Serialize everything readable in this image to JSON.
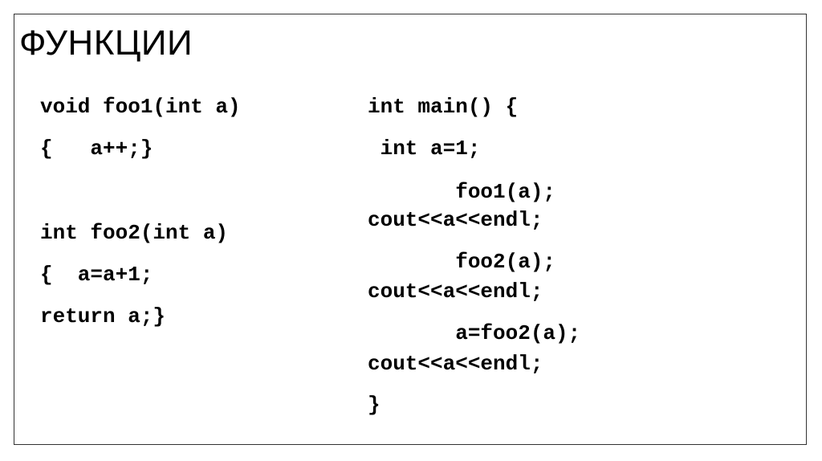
{
  "slide": {
    "title": "ФУНКЦИИ",
    "left_code": [
      "void foo1(int a)",
      "{   a++;}",
      "int foo2(int a)",
      "{  a=a+1;",
      "return a;}"
    ],
    "right_code": [
      "int main() {",
      " int a=1;",
      "       foo1(a);",
      "cout<<a<<endl;",
      "       foo2(a);",
      "cout<<a<<endl;",
      "       a=foo2(a);",
      "cout<<a<<endl;",
      "}"
    ]
  }
}
